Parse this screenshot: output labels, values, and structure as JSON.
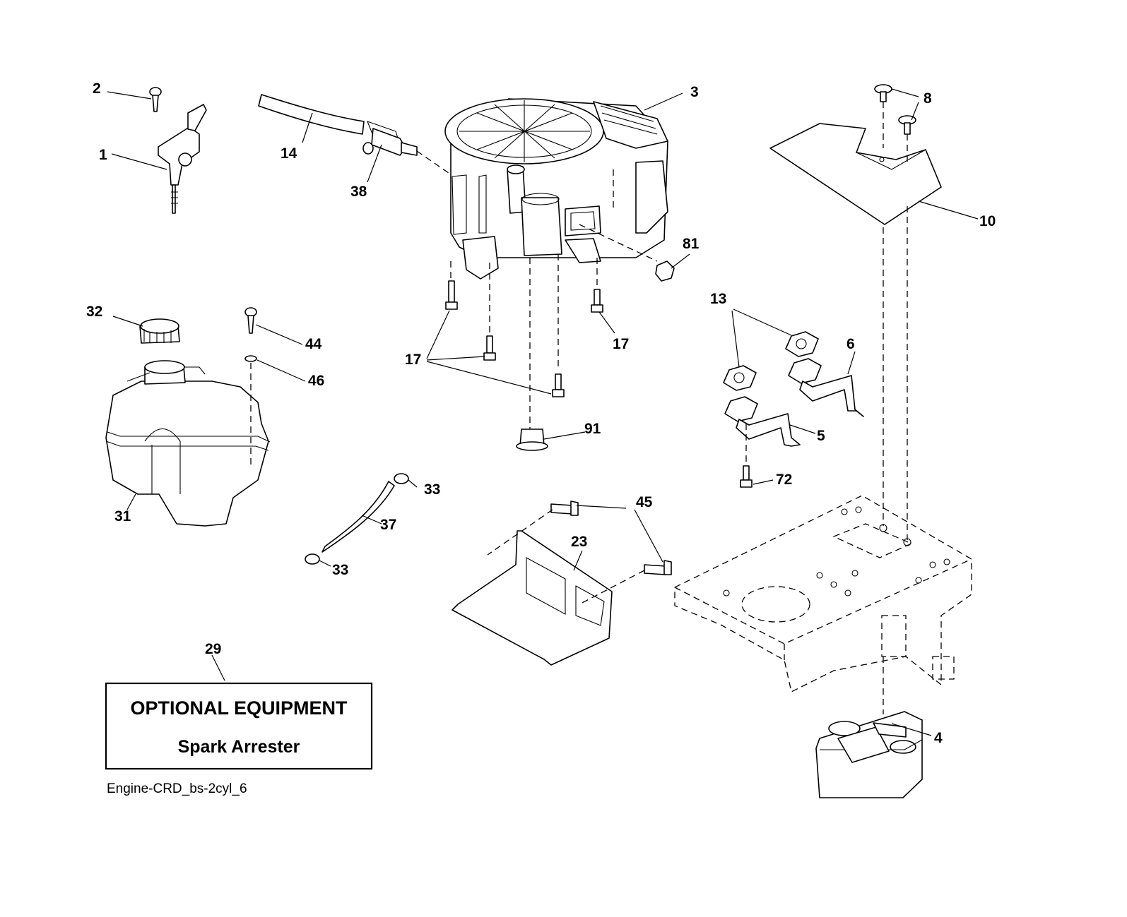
{
  "diagram": {
    "callouts": {
      "c1": "1",
      "c2": "2",
      "c3": "3",
      "c4": "4",
      "c5": "5",
      "c6": "6",
      "c8": "8",
      "c10": "10",
      "c13": "13",
      "c14": "14",
      "c17a": "17",
      "c17b": "17",
      "c23": "23",
      "c29": "29",
      "c31": "31",
      "c32": "32",
      "c33a": "33",
      "c33b": "33",
      "c37": "37",
      "c38": "38",
      "c44": "44",
      "c45": "45",
      "c46": "46",
      "c72": "72",
      "c81": "81",
      "c91": "91"
    },
    "optional_box": {
      "title": "OPTIONAL EQUIPMENT",
      "subtitle": "Spark Arrester"
    },
    "figure_id": "Engine-CRD_bs-2cyl_6"
  }
}
